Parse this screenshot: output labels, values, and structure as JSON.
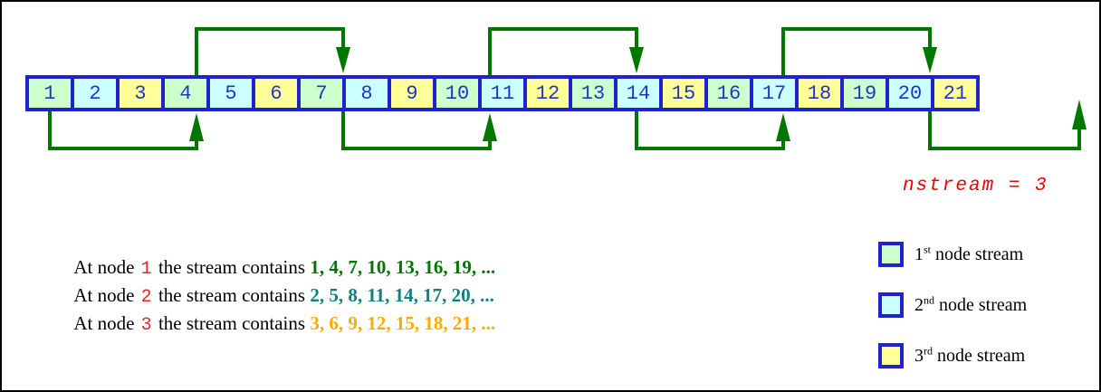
{
  "diagram": {
    "nstream_label": "nstream = 3",
    "nstream_color": "#ee0000",
    "border_color": "#2222cc",
    "arrow_color": "#007700",
    "number_color": "#2233cc",
    "stream_colors": {
      "1": "#ccffcc",
      "2": "#ccffff",
      "3": "#ffff99"
    },
    "nodes": [
      {
        "value": 1,
        "stream": 1
      },
      {
        "value": 2,
        "stream": 2
      },
      {
        "value": 3,
        "stream": 3
      },
      {
        "value": 4,
        "stream": 1
      },
      {
        "value": 5,
        "stream": 2
      },
      {
        "value": 6,
        "stream": 3
      },
      {
        "value": 7,
        "stream": 1
      },
      {
        "value": 8,
        "stream": 2
      },
      {
        "value": 9,
        "stream": 3
      },
      {
        "value": 10,
        "stream": 1
      },
      {
        "value": 11,
        "stream": 2
      },
      {
        "value": 12,
        "stream": 3
      },
      {
        "value": 13,
        "stream": 1
      },
      {
        "value": 14,
        "stream": 2
      },
      {
        "value": 15,
        "stream": 3
      },
      {
        "value": 16,
        "stream": 1
      },
      {
        "value": 17,
        "stream": 2
      },
      {
        "value": 18,
        "stream": 3
      },
      {
        "value": 19,
        "stream": 1
      },
      {
        "value": 20,
        "stream": 2
      },
      {
        "value": 21,
        "stream": 3
      }
    ],
    "top_arcs": [
      {
        "from": 4,
        "to": 7
      },
      {
        "from": 10,
        "to": 13
      },
      {
        "from": 16,
        "to": 19
      }
    ],
    "bottom_arcs": [
      {
        "from": 1,
        "to": 4
      },
      {
        "from": 7,
        "to": 10
      },
      {
        "from": 13,
        "to": 16
      }
    ],
    "exit_arc": {
      "from": 19
    }
  },
  "annotations": {
    "lines": [
      {
        "prefix": "At node ",
        "node": "1",
        "middle": " the stream contains ",
        "sequence": "1, 4, 7, 10, 13, 16, 19, ...",
        "color": "#007700"
      },
      {
        "prefix": "At node ",
        "node": "2",
        "middle": " the stream contains ",
        "sequence": "2, 5, 8, 11, 14, 17, 20, ...",
        "color": "#118080"
      },
      {
        "prefix": "At node ",
        "node": "3",
        "middle": " the stream contains ",
        "sequence": "3, 6, 9, 12, 15, 18, 21, ...",
        "color": "#ffaa00"
      }
    ]
  },
  "legend": {
    "items": [
      {
        "ordinal": "1",
        "suffix": "st",
        "rest": " node stream",
        "fill": "#ccffcc"
      },
      {
        "ordinal": "2",
        "suffix": "nd",
        "rest": " node stream",
        "fill": "#ccffff"
      },
      {
        "ordinal": "3",
        "suffix": "rd",
        "rest": " node stream",
        "fill": "#ffff99"
      }
    ]
  }
}
